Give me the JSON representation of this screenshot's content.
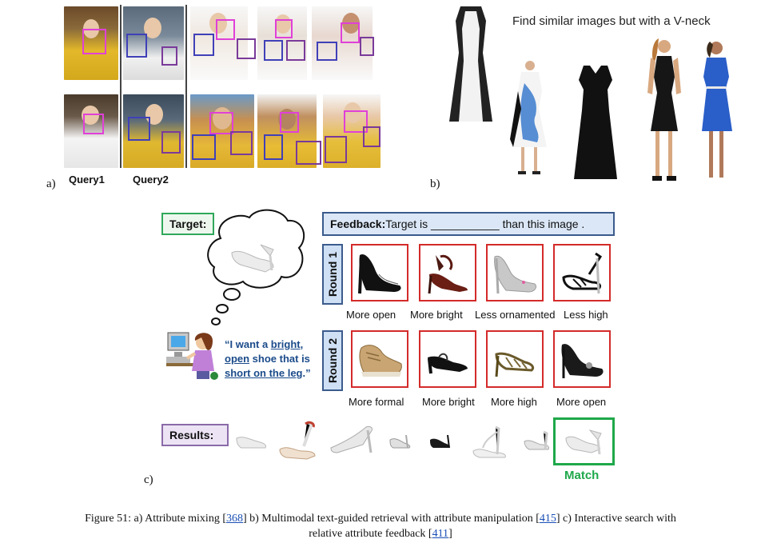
{
  "panel_a": {
    "label": "a)",
    "query1_label": "Query1",
    "query2_label": "Query2"
  },
  "panel_b": {
    "label": "b)",
    "instruction": "Find similar images but with a V-neck"
  },
  "panel_c": {
    "label": "c)",
    "target_label": "Target:",
    "feedback_prefix": "Feedback:",
    "feedback_text": " Target is ___________ than this image .",
    "speech": {
      "part1": "“I want a ",
      "word1": "bright",
      "part2": ",",
      "word2": "open",
      "part3": " shoe that is",
      "word3": "short on the leg",
      "part4": ".”"
    },
    "round1_label": "Round 1",
    "round2_label": "Round 2",
    "round1_captions": [
      "More open",
      "More bright",
      "Less ornamented",
      "Less high"
    ],
    "round2_captions": [
      "More formal",
      "More bright",
      "More high",
      "More open"
    ],
    "results_label": "Results:",
    "match_label": "Match"
  },
  "caption": {
    "prefix": "Figure 51: a) Attribute mixing [",
    "ref1": "368",
    "mid1": "] b) Multimodal text-guided retrieval with attribute manipulation [",
    "ref2": "415",
    "mid2": "] c) Interactive search with",
    "line2_prefix": "relative attribute feedback [",
    "ref3": "411",
    "line2_suffix": "]"
  },
  "colors": {
    "pink_box": "#e040d8",
    "blue_box": "#4040b8",
    "red_frame": "#d42a2a",
    "match_green": "#1fa84a",
    "link_blue": "#1a4fb5",
    "tag_blue": "#cfe0f5"
  }
}
